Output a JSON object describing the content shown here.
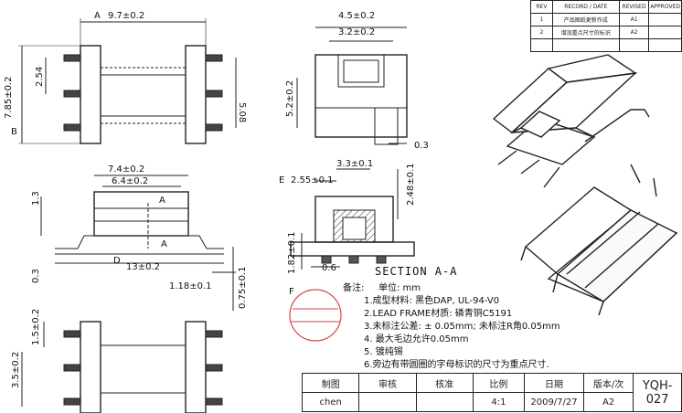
{
  "views": {
    "top_left": {
      "marker": "A",
      "width_dim": "9.7±0.2",
      "marker_b": "B",
      "height_dim": "7.85±0.2",
      "pitch_dim": "2.54",
      "inner_dim": "5.08"
    },
    "top_center": {
      "w1": "4.5±0.2",
      "w2": "3.2±0.2",
      "h": "5.2±0.2",
      "t": "0.3"
    },
    "mid_left": {
      "w1": "7.4±0.2",
      "w2": "6.4±0.2",
      "left_h": "1.3",
      "section_a1": "A",
      "section_a2": "A",
      "marker_d": "D",
      "base_w": "13±0.2",
      "left_small": "0.3",
      "pin_w": "1.18±0.1",
      "pin_h": "0.75±0.1"
    },
    "section_view": {
      "top_w": "3.3±0.1",
      "marker_e": "E",
      "left_w": "2.55±0.1",
      "right_h": "2.48±0.1",
      "marker_f": "F",
      "height": "1.82±0.1",
      "pin": "0.6",
      "title": "SECTION  A-A"
    },
    "bottom_left": {
      "h1": "1.5±0.2",
      "h2": "3.5±0.2"
    }
  },
  "notes": {
    "header": "备注:",
    "unit": "单位: mm",
    "items": [
      "1.成型材料:  黑色DAP, UL-94-V0",
      "2.LEAD FRAME材质:   磷青铜C5191",
      "3.未标注公差:   ± 0.05mm;  未标注R角0.05mm",
      "4. 最大毛边允许0.05mm",
      "5. 镀纯锡",
      "6.旁边有带圆圈的字母标识的尺寸为重点尺寸."
    ]
  },
  "revision_table": {
    "headers": [
      "REV",
      "RECORD / DATE",
      "REVISED",
      "APPROVED"
    ],
    "rows": [
      {
        "rev": "1",
        "record": "产品图纸更新作成",
        "revised": "A1",
        "approved": ""
      },
      {
        "rev": "2",
        "record": "增加重点尺寸的标识",
        "revised": "A2",
        "approved": ""
      }
    ]
  },
  "title_block": {
    "headers": [
      "制图",
      "审核",
      "核准",
      "比例",
      "日期",
      "版本/次"
    ],
    "values": [
      "chen",
      "",
      "",
      "4:1",
      "2009/7/27",
      "A2"
    ],
    "drawing_no": "YQH-027"
  }
}
